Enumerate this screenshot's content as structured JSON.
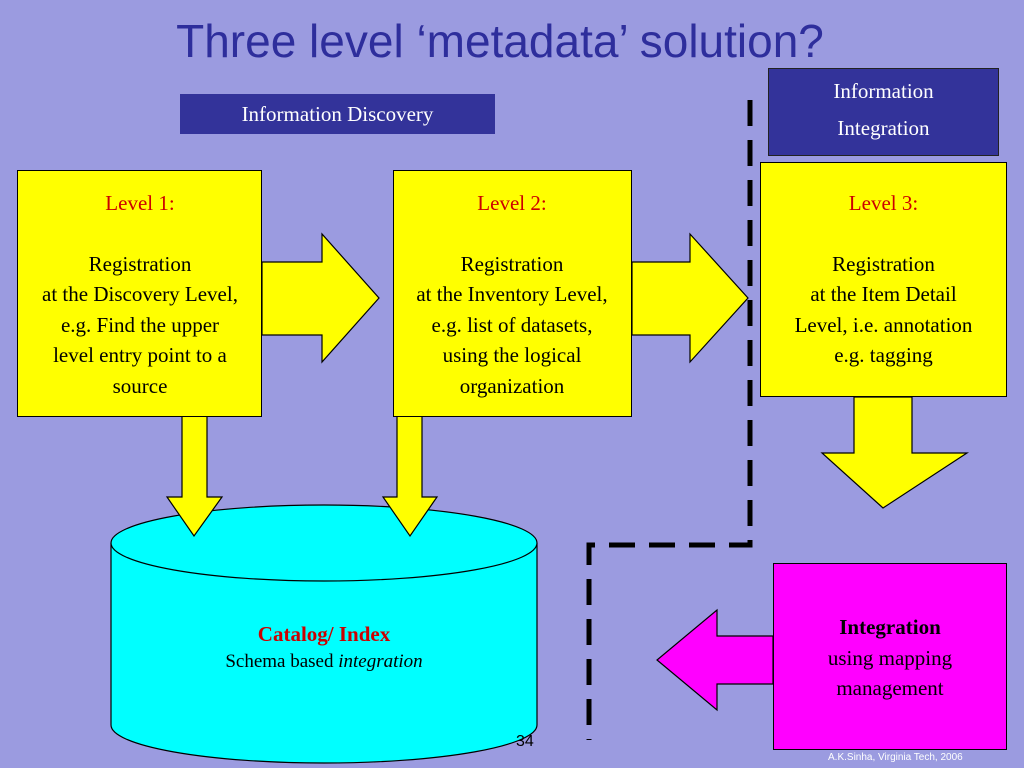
{
  "slide": {
    "title": "Three level ‘metadata’ solution?",
    "page_number": "34",
    "credit": "A.K.Sinha, Virginia Tech, 2006",
    "colors": {
      "background": "#9b9be0",
      "title": "#2e2e9c",
      "navy_label": "#33339a",
      "level_box": "#ffff00",
      "cylinder": "#00ffff",
      "integration_box": "#ff00ff",
      "level_heading": "#cc0000"
    }
  },
  "labels": {
    "discovery": "Information Discovery",
    "integration_line1": "Information",
    "integration_line2": "Integration"
  },
  "levels": [
    {
      "heading": "Level 1:",
      "lines": [
        "Registration",
        "at the Discovery Level,",
        "e.g. Find the upper",
        "level entry point to a",
        "source"
      ]
    },
    {
      "heading": "Level 2:",
      "lines": [
        "Registration",
        "at the Inventory Level,",
        "e.g. list of datasets,",
        "using the logical",
        "organization"
      ]
    },
    {
      "heading": "Level 3:",
      "lines": [
        "Registration",
        "at the Item Detail",
        "Level, i.e. annotation",
        "e.g. tagging"
      ]
    }
  ],
  "catalog": {
    "heading": "Catalog/ Index",
    "line_prefix": "Schema based",
    "line_italic": "integration"
  },
  "integration_box": {
    "heading": "Integration",
    "lines": [
      "using mapping",
      "management"
    ]
  }
}
